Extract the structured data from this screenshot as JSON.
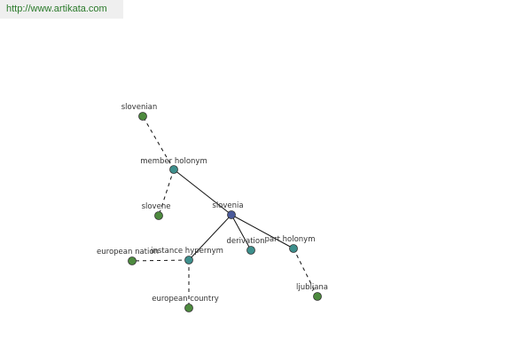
{
  "header": {
    "url": "http://www.artikata.com"
  },
  "graph": {
    "colors": {
      "center_node": "#4a5a9a",
      "relation_node": "#3d8f8c",
      "leaf_node": "#4d8a3e",
      "node_stroke": "#333333",
      "edge": "#111111"
    },
    "nodes": [
      {
        "id": "slovenia",
        "label": "slovenia",
        "kind": "center"
      },
      {
        "id": "member-holonym",
        "label": "member holonym",
        "kind": "relation"
      },
      {
        "id": "instance-hypernym",
        "label": "instance hypernym",
        "kind": "relation"
      },
      {
        "id": "derivation",
        "label": "derivation",
        "kind": "relation"
      },
      {
        "id": "part-holonym",
        "label": "part holonym",
        "kind": "relation"
      },
      {
        "id": "slovenian",
        "label": "slovenian",
        "kind": "leaf"
      },
      {
        "id": "slovene",
        "label": "slovene",
        "kind": "leaf"
      },
      {
        "id": "european-nation",
        "label": "european nation",
        "kind": "leaf"
      },
      {
        "id": "european-country",
        "label": "european country",
        "kind": "leaf"
      },
      {
        "id": "ljubljana",
        "label": "ljubljana",
        "kind": "leaf"
      }
    ],
    "edges": [
      {
        "from": "slovenia",
        "to": "member-holonym",
        "style": "solid"
      },
      {
        "from": "slovenia",
        "to": "instance-hypernym",
        "style": "solid"
      },
      {
        "from": "slovenia",
        "to": "derivation",
        "style": "solid"
      },
      {
        "from": "slovenia",
        "to": "part-holonym",
        "style": "solid"
      },
      {
        "from": "member-holonym",
        "to": "slovenian",
        "style": "dashed"
      },
      {
        "from": "member-holonym",
        "to": "slovene",
        "style": "dashed"
      },
      {
        "from": "instance-hypernym",
        "to": "european-nation",
        "style": "dashed"
      },
      {
        "from": "instance-hypernym",
        "to": "european-country",
        "style": "dashed"
      },
      {
        "from": "part-holonym",
        "to": "ljubljana",
        "style": "dashed"
      }
    ]
  }
}
